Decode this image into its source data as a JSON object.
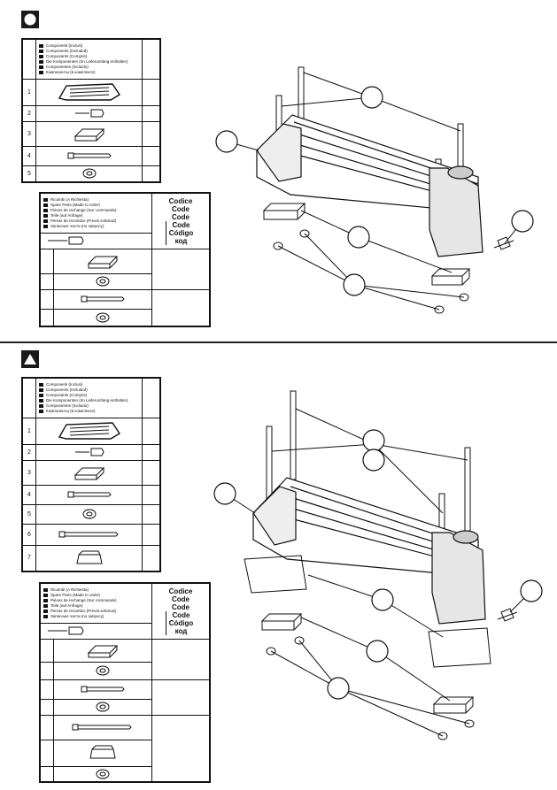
{
  "header_lines": [
    "Componenti (Inclusi)",
    "Components (Included)",
    "Composants (Compris)",
    "Die Komponenten (Im Lieferumfang enthalten)",
    "Componentes (Incluido)",
    "Компоненты (в комплекте)"
  ],
  "spares_lines": [
    "Ricambi (A Richiesta)",
    "Spare Parts (Made to order)",
    "Pièces de rechange (Sur commande)",
    "Teile (auf Anfrage)",
    "Piezas de recambio (Previa solicitud)",
    "Запасные части (по запросу)"
  ],
  "code_labels": {
    "left": [
      "Codice",
      "Code",
      "Code"
    ],
    "right": [
      "Code",
      "Código",
      "код"
    ]
  },
  "sections": [
    {
      "symbol": "circle-icon"
    },
    {
      "symbol": "triangle-icon"
    }
  ],
  "icons": [
    "rack-icon",
    "key-icon",
    "rubber-pad-icon",
    "bolt-icon",
    "nut-icon",
    "long-bolt-icon",
    "cover-cap-icon"
  ]
}
